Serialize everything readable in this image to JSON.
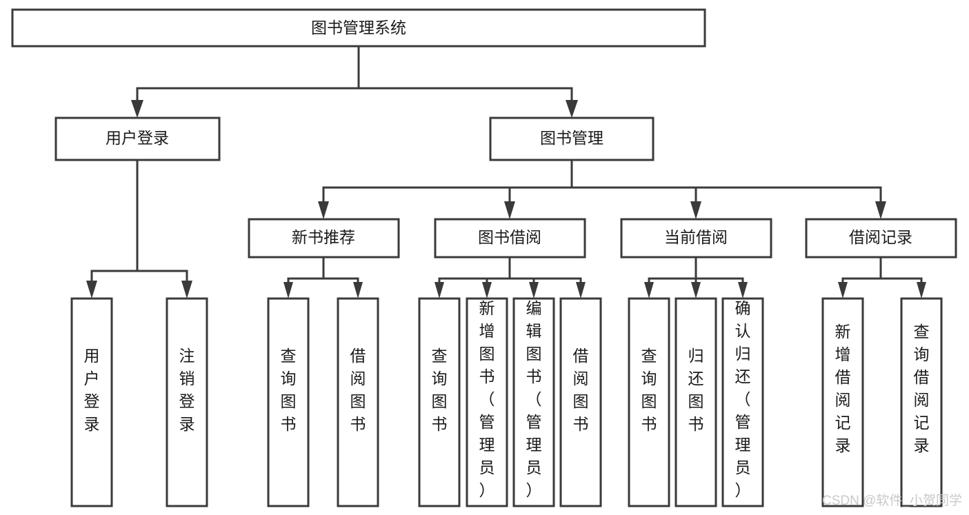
{
  "diagram": {
    "type": "tree",
    "title": "图书管理系统",
    "root": {
      "id": "root",
      "label": "图书管理系统"
    },
    "level2": [
      {
        "id": "user-login",
        "label": "用户登录"
      },
      {
        "id": "book-manage",
        "label": "图书管理"
      }
    ],
    "level3": [
      {
        "id": "new-book-rec",
        "label": "新书推荐",
        "parent": "book-manage"
      },
      {
        "id": "book-borrow",
        "label": "图书借阅",
        "parent": "book-manage"
      },
      {
        "id": "current-borrow",
        "label": "当前借阅",
        "parent": "book-manage"
      },
      {
        "id": "borrow-record",
        "label": "借阅记录",
        "parent": "book-manage"
      }
    ],
    "leaves": [
      {
        "id": "leaf-user-login",
        "label": "用户登录",
        "parent": "user-login"
      },
      {
        "id": "leaf-logout",
        "label": "注销登录",
        "parent": "user-login"
      },
      {
        "id": "leaf-query-book-1",
        "label": "查询图书",
        "parent": "new-book-rec"
      },
      {
        "id": "leaf-borrow-book-1",
        "label": "借阅图书",
        "parent": "new-book-rec"
      },
      {
        "id": "leaf-query-book-2",
        "label": "查询图书",
        "parent": "book-borrow"
      },
      {
        "id": "leaf-add-book",
        "label": "新增图书（管理员）",
        "parent": "book-borrow"
      },
      {
        "id": "leaf-edit-book",
        "label": "编辑图书（管理员）",
        "parent": "book-borrow"
      },
      {
        "id": "leaf-borrow-book-2",
        "label": "借阅图书",
        "parent": "book-borrow"
      },
      {
        "id": "leaf-query-book-3",
        "label": "查询图书",
        "parent": "current-borrow"
      },
      {
        "id": "leaf-return-book",
        "label": "归还图书",
        "parent": "current-borrow"
      },
      {
        "id": "leaf-confirm-return",
        "label": "确认归还（管理员）",
        "parent": "current-borrow"
      },
      {
        "id": "leaf-add-record",
        "label": "新增借阅记录",
        "parent": "borrow-record"
      },
      {
        "id": "leaf-query-record",
        "label": "查询借阅记录",
        "parent": "borrow-record"
      }
    ],
    "colors": {
      "box_fill": "#ffffff",
      "box_stroke": "#3a3a3a",
      "text": "#1a1a1a",
      "background": "#ffffff",
      "watermark": "#c9c9c9"
    }
  },
  "watermark": {
    "text": "CSDN @软件_小贺同学"
  }
}
